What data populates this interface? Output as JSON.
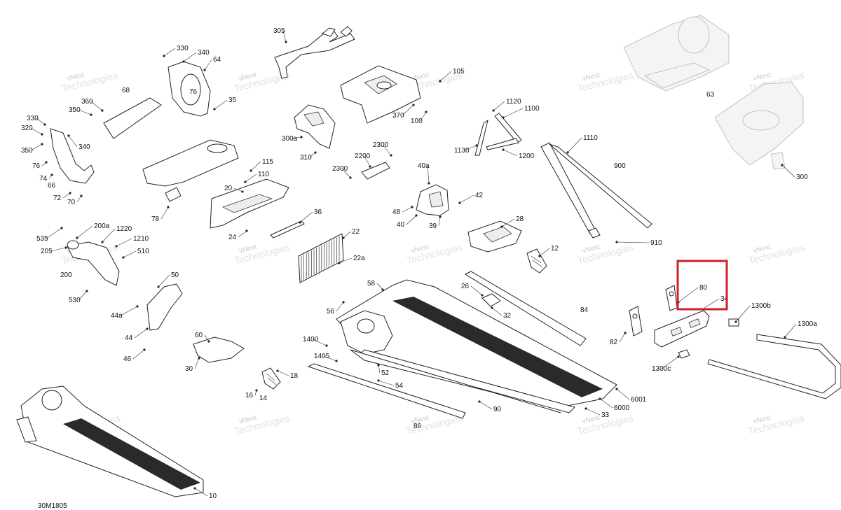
{
  "diagram_code": "30M1805",
  "watermark": [
    "vNext",
    "Technologies"
  ],
  "highlight_color": "#d0202a",
  "callouts": [
    {
      "id": "c305",
      "text": "305"
    },
    {
      "id": "c105",
      "text": "105"
    },
    {
      "id": "c330a",
      "text": "330"
    },
    {
      "id": "c340a",
      "text": "340"
    },
    {
      "id": "c64",
      "text": "64"
    },
    {
      "id": "c76a",
      "text": "76"
    },
    {
      "id": "c35",
      "text": "35"
    },
    {
      "id": "c68",
      "text": "68"
    },
    {
      "id": "c360",
      "text": "360"
    },
    {
      "id": "c350a",
      "text": "350"
    },
    {
      "id": "c330b",
      "text": "330"
    },
    {
      "id": "c320",
      "text": "320"
    },
    {
      "id": "c350b",
      "text": "350"
    },
    {
      "id": "c340b",
      "text": "340"
    },
    {
      "id": "c76b",
      "text": "76"
    },
    {
      "id": "c74",
      "text": "74"
    },
    {
      "id": "c66",
      "text": "66"
    },
    {
      "id": "c72",
      "text": "72"
    },
    {
      "id": "c70",
      "text": "70"
    },
    {
      "id": "c370",
      "text": "370"
    },
    {
      "id": "c100",
      "text": "100"
    },
    {
      "id": "c300a",
      "text": "300a"
    },
    {
      "id": "c310",
      "text": "310"
    },
    {
      "id": "c2300a",
      "text": "2300"
    },
    {
      "id": "c2200",
      "text": "2200"
    },
    {
      "id": "c2300b",
      "text": "2300"
    },
    {
      "id": "c1120",
      "text": "1120"
    },
    {
      "id": "c1100",
      "text": "1100"
    },
    {
      "id": "c1130",
      "text": "1130"
    },
    {
      "id": "c1200",
      "text": "1200"
    },
    {
      "id": "c1110",
      "text": "1110"
    },
    {
      "id": "c900",
      "text": "900"
    },
    {
      "id": "c910",
      "text": "910"
    },
    {
      "id": "c63",
      "text": "63"
    },
    {
      "id": "c300",
      "text": "300"
    },
    {
      "id": "c115",
      "text": "115"
    },
    {
      "id": "c110",
      "text": "110"
    },
    {
      "id": "c20",
      "text": "20"
    },
    {
      "id": "c78",
      "text": "78"
    },
    {
      "id": "c24",
      "text": "24"
    },
    {
      "id": "c36",
      "text": "36"
    },
    {
      "id": "c40a",
      "text": "40a"
    },
    {
      "id": "c42",
      "text": "42"
    },
    {
      "id": "c48",
      "text": "48"
    },
    {
      "id": "c40",
      "text": "40"
    },
    {
      "id": "c39",
      "text": "39"
    },
    {
      "id": "c28",
      "text": "28"
    },
    {
      "id": "c12",
      "text": "12"
    },
    {
      "id": "c535",
      "text": "535"
    },
    {
      "id": "c200a",
      "text": "200a"
    },
    {
      "id": "c1220",
      "text": "1220"
    },
    {
      "id": "c1210",
      "text": "1210"
    },
    {
      "id": "c205",
      "text": "205"
    },
    {
      "id": "c510",
      "text": "510"
    },
    {
      "id": "c200",
      "text": "200"
    },
    {
      "id": "c530",
      "text": "530"
    },
    {
      "id": "c22",
      "text": "22"
    },
    {
      "id": "c22a",
      "text": "22a"
    },
    {
      "id": "c50",
      "text": "50"
    },
    {
      "id": "c44a",
      "text": "44a"
    },
    {
      "id": "c44",
      "text": "44"
    },
    {
      "id": "c46",
      "text": "46"
    },
    {
      "id": "c60",
      "text": "60"
    },
    {
      "id": "c30",
      "text": "30"
    },
    {
      "id": "c58",
      "text": "58"
    },
    {
      "id": "c26",
      "text": "26"
    },
    {
      "id": "c32",
      "text": "32"
    },
    {
      "id": "c84",
      "text": "84"
    },
    {
      "id": "c56",
      "text": "56"
    },
    {
      "id": "c1400",
      "text": "1400"
    },
    {
      "id": "c1405",
      "text": "1405"
    },
    {
      "id": "c52",
      "text": "52"
    },
    {
      "id": "c54",
      "text": "54"
    },
    {
      "id": "c18",
      "text": "18"
    },
    {
      "id": "c16",
      "text": "16"
    },
    {
      "id": "c14",
      "text": "14"
    },
    {
      "id": "c80",
      "text": "80"
    },
    {
      "id": "c34",
      "text": "34"
    },
    {
      "id": "c1300b",
      "text": "1300b"
    },
    {
      "id": "c1300a",
      "text": "1300a"
    },
    {
      "id": "c82",
      "text": "82"
    },
    {
      "id": "c1300c",
      "text": "1300c"
    },
    {
      "id": "c6001",
      "text": "6001"
    },
    {
      "id": "c6000",
      "text": "6000"
    },
    {
      "id": "c33",
      "text": "33"
    },
    {
      "id": "c90",
      "text": "90"
    },
    {
      "id": "c86",
      "text": "86"
    },
    {
      "id": "c10",
      "text": "10"
    }
  ]
}
